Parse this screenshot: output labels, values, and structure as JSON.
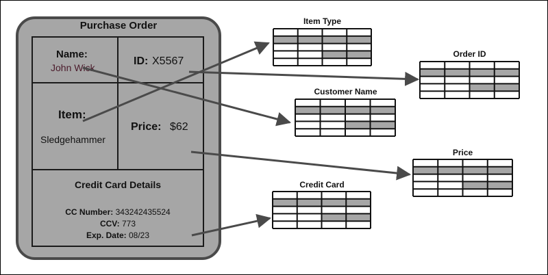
{
  "purchase_order": {
    "title": "Purchase Order",
    "name_label": "Name:",
    "name_value": "John Wick",
    "id_label": "ID:",
    "id_value": "X5567",
    "item_label": "Item:",
    "item_value": "Sledgehammer",
    "price_label": "Price:",
    "price_value": "$62",
    "cc_title": "Credit Card Details",
    "cc_number_label": "CC Number:",
    "cc_number_value": "343242435524",
    "ccv_label": "CCV:",
    "ccv_value": "773",
    "exp_label": "Exp. Date:",
    "exp_value": "08/23"
  },
  "tables": {
    "item_type": "Item Type",
    "order_id": "Order ID",
    "customer_name": "Customer Name",
    "price": "Price",
    "credit_card": "Credit Card"
  },
  "colors": {
    "card_fill": "#a6a6a6",
    "card_border": "#4a4a4a",
    "row_shade": "#a6a6a6",
    "arrow": "#4a4a4a"
  }
}
